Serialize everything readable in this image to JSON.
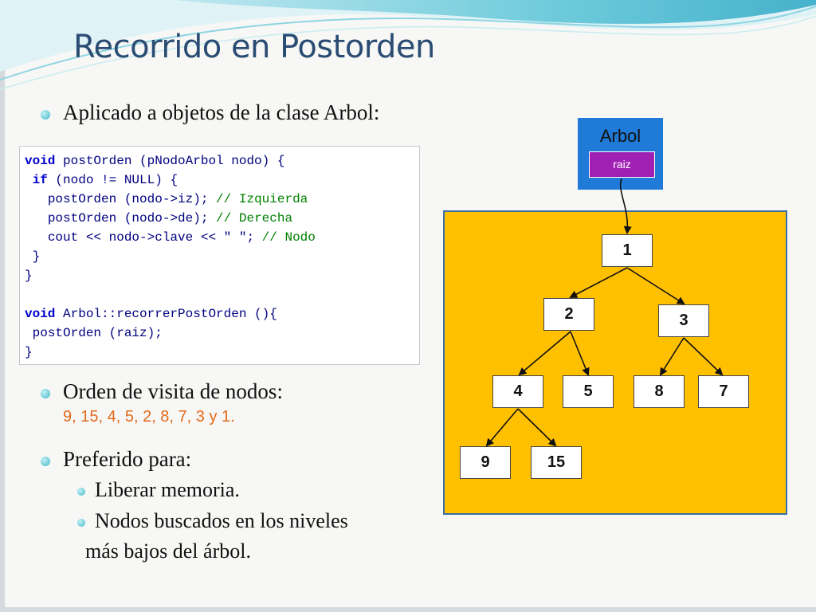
{
  "slide": {
    "title": "Recorrido en Postorden",
    "bullet_1": "Aplicado a objetos de la clase Arbol:",
    "bullet_2": "Orden de visita de nodos:",
    "order_values": "9, 15, 4, 5, 2, 8, 7, 3 y 1.",
    "bullet_3": "Preferido para:",
    "sub_1": "Liberar memoria.",
    "sub_2_line1": "Nodos buscados en los niveles",
    "sub_2_line2": "más bajos del árbol."
  },
  "code": {
    "line_1": {
      "kw": "void",
      "rest": " postOrden (pNodoArbol nodo) {"
    },
    "line_2": {
      "kw": "if",
      "rest": " (nodo != NULL) {"
    },
    "line_3": {
      "code": "postOrden (nodo->iz);",
      "comment": " // Izquierda"
    },
    "line_4": {
      "code": "postOrden (nodo->de);",
      "comment": " // Derecha"
    },
    "line_5": {
      "code": "cout << nodo->clave << \" \";",
      "comment": " // Nodo"
    },
    "line_6": "}",
    "line_7": "}",
    "line_8": {
      "kw": "void",
      "rest": " Arbol::recorrerPostOrden (){"
    },
    "line_9": "postOrden (raiz);",
    "line_10": "}"
  },
  "diagram": {
    "arbol_label": "Arbol",
    "raiz_label": "raiz",
    "nodes": [
      "1",
      "2",
      "3",
      "4",
      "5",
      "8",
      "7",
      "9",
      "15"
    ]
  },
  "colors": {
    "title": "#2a4c73",
    "order_values": "#e26a1a",
    "panel": "#ffc000",
    "arbol": "#1f7ad8",
    "raiz": "#a020b4"
  }
}
